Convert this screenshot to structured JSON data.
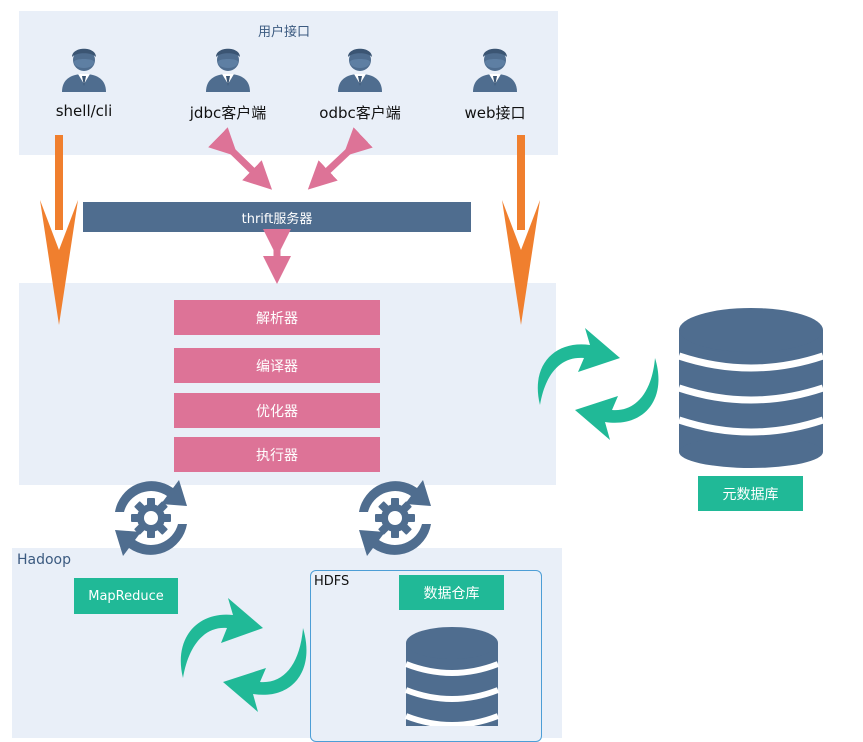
{
  "user_panel": {
    "title": "用户接口",
    "users": [
      {
        "label": "shell/cli"
      },
      {
        "label": "jdbc客户端"
      },
      {
        "label": "odbc客户端"
      },
      {
        "label": "web接口"
      }
    ]
  },
  "thrift": {
    "label": "thrift服务器"
  },
  "driver": {
    "components": [
      {
        "label": "解析器"
      },
      {
        "label": "编译器"
      },
      {
        "label": "优化器"
      },
      {
        "label": "执行器"
      }
    ]
  },
  "metastore": {
    "label": "元数据库"
  },
  "hadoop": {
    "title": "Hadoop",
    "mapreduce_label": "MapReduce",
    "hdfs_title": "HDFS",
    "warehouse_label": "数据仓库"
  },
  "colors": {
    "panel_bg": "#e9eff8",
    "slate": "#4f6d8f",
    "pink": "#dd7397",
    "teal": "#20b997",
    "orange": "#f07f2e"
  }
}
